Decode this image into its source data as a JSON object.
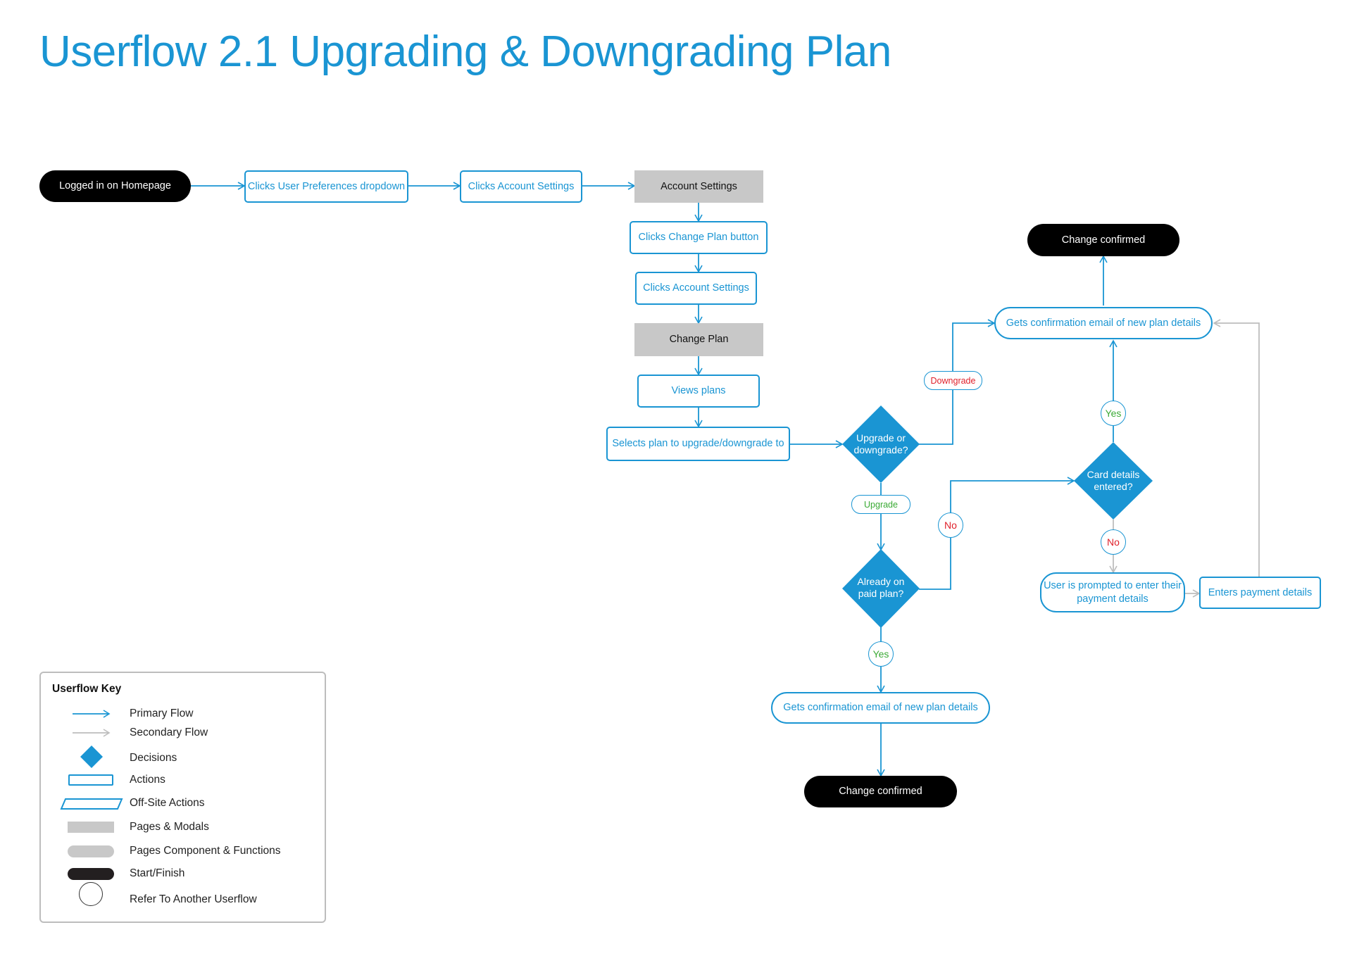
{
  "title": "Userflow 2.1 Upgrading & Downgrading Plan",
  "nodes": {
    "logged_in": "Logged in on Homepage",
    "clicks_user_prefs": "Clicks User Preferences dropdown",
    "clicks_account_settings_1": "Clicks Account Settings",
    "account_settings_page": "Account Settings",
    "clicks_change_plan_button": "Clicks Change Plan button",
    "clicks_account_settings_2": "Clicks Account Settings",
    "change_plan_page": "Change Plan",
    "views_plans": "Views plans",
    "selects_plan": "Selects plan to upgrade/downgrade to",
    "decision_upgrade_downgrade": "Upgrade or downgrade?",
    "decision_paid_plan": "Already on paid plan?",
    "decision_card_details": "Card details entered?",
    "gets_email_top": "Gets confirmation email of new plan details",
    "change_confirmed_top": "Change confirmed",
    "user_prompted": "User is prompted to enter their payment details",
    "enters_payment": "Enters payment details",
    "gets_email_bottom": "Gets confirmation email of new plan details",
    "change_confirmed_bottom": "Change confirmed"
  },
  "edge_labels": {
    "downgrade": "Downgrade",
    "upgrade": "Upgrade",
    "yes_card": "Yes",
    "no_card": "No",
    "no_paid": "No",
    "yes_paid": "Yes"
  },
  "key": {
    "title": "Userflow Key",
    "items": [
      "Primary Flow",
      "Secondary Flow",
      "Decisions",
      "Actions",
      "Off-Site Actions",
      "Pages & Modals",
      "Pages Component & Functions",
      "Start/Finish",
      "Refer To Another Userflow"
    ]
  },
  "colors": {
    "primary_blue": "#1a95d3",
    "secondary_grey": "#bdbdbd",
    "page_grey": "#c8c8c8",
    "start_black": "#000000",
    "label_green": "#3aaa35",
    "label_red": "#e0202a"
  }
}
